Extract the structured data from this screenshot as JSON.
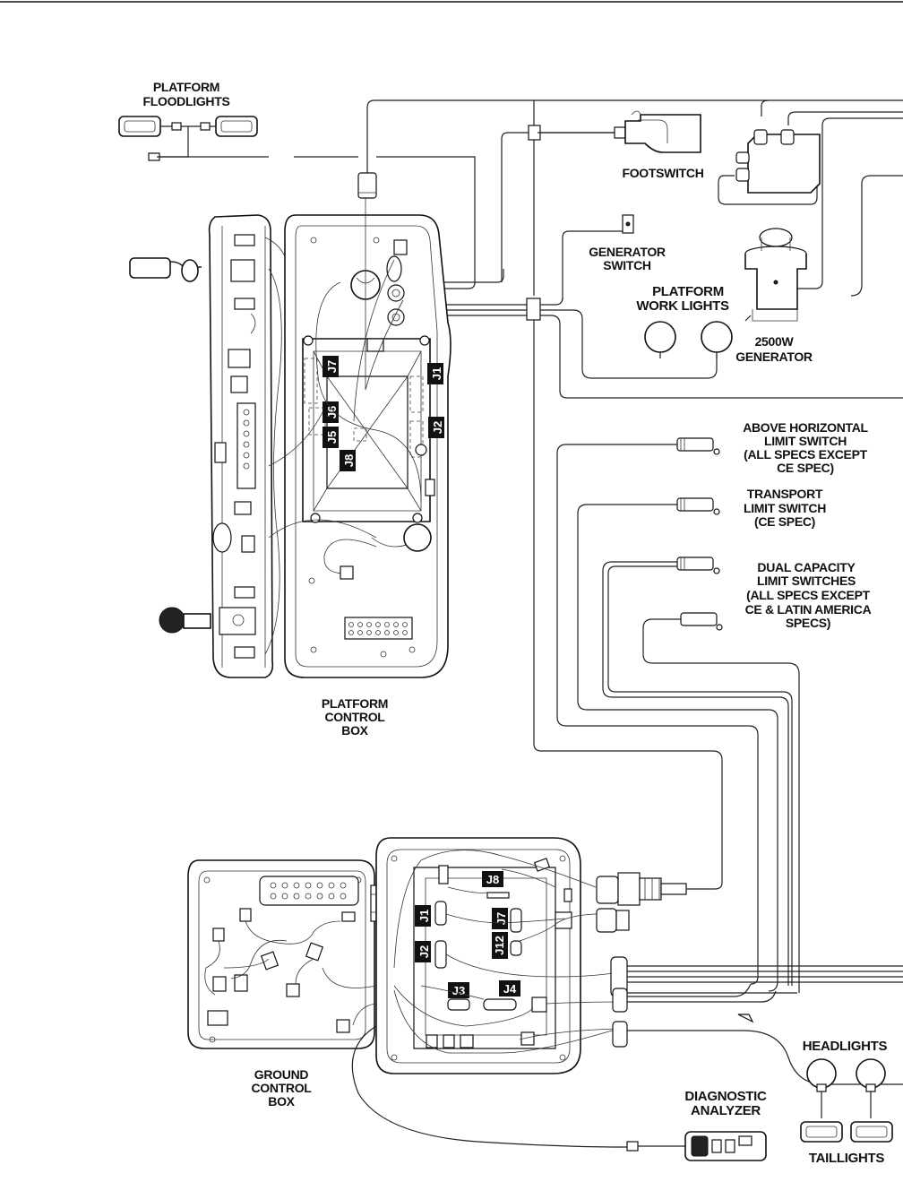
{
  "labels": {
    "platform_floodlights_1": "PLATFORM",
    "platform_floodlights_2": "FLOODLIGHTS",
    "footswitch": "FOOTSWITCH",
    "generator_switch_1": "GENERATOR",
    "generator_switch_2": "SWITCH",
    "platform_work_lights_1": "PLATFORM",
    "platform_work_lights_2": "WORK LIGHTS",
    "generator_1": "2500W",
    "generator_2": "GENERATOR",
    "above_horizontal_1": "ABOVE HORIZONTAL",
    "above_horizontal_2": "LIMIT SWITCH",
    "above_horizontal_3": "(ALL SPECS EXCEPT",
    "above_horizontal_4": "CE SPEC)",
    "transport_1": "TRANSPORT",
    "transport_2": "LIMIT SWITCH",
    "transport_3": "(CE SPEC)",
    "dual_capacity_1": "DUAL CAPACITY",
    "dual_capacity_2": "LIMIT SWITCHES",
    "dual_capacity_3": "(ALL SPECS EXCEPT",
    "dual_capacity_4": "CE & LATIN AMERICA",
    "dual_capacity_5": "SPECS)",
    "platform_control_box_1": "PLATFORM",
    "platform_control_box_2": "CONTROL",
    "platform_control_box_3": "BOX",
    "ground_control_box_1": "GROUND",
    "ground_control_box_2": "CONTROL",
    "ground_control_box_3": "BOX",
    "headlights": "HEADLIGHTS",
    "diagnostic_analyzer_1": "DIAGNOSTIC",
    "diagnostic_analyzer_2": "ANALYZER",
    "taillights": "TAILLIGHTS"
  },
  "connectors": {
    "platform": [
      "J7",
      "J1",
      "J6",
      "J2",
      "J5",
      "J8"
    ],
    "ground": [
      "J8",
      "J1",
      "J7",
      "J12",
      "J2",
      "J3",
      "J4"
    ]
  }
}
